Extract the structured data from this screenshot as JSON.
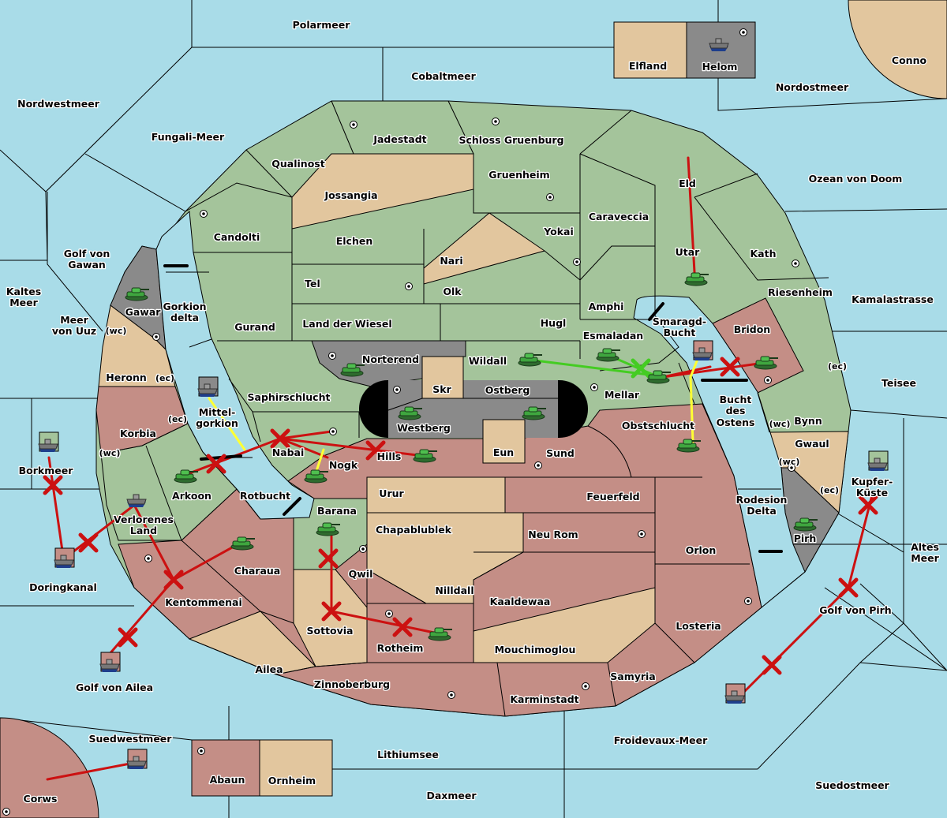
{
  "colors": {
    "sea": "#A9DCE8",
    "green": "#A4C49B",
    "tan": "#E2C69E",
    "red": "#C48E86",
    "gray": "#8A8A8A",
    "order_move": "#CC1111",
    "order_support": "#FFFF33",
    "order_green": "#44CC22"
  },
  "sea_regions": [
    "Polarmeer",
    "Cobaltmeer",
    "Nordwestmeer",
    "Fungali-Meer",
    "Nordostmeer",
    "Ozean von Doom",
    "Golf von",
    "Gawan",
    "Kaltes",
    "Meer",
    "Meer",
    "von Uuz",
    "Gorkion",
    "delta",
    "Mittel-",
    "gorkion",
    "Rotbucht",
    "Smaragd-",
    "Bucht",
    "Bucht",
    "des",
    "Ostens",
    "Kamalastrasse",
    "Teisee",
    "Rodesion",
    "Delta",
    "Altes",
    "Meer",
    "Golf von Pirh",
    "Borkmeer",
    "Doringkanal",
    "Golf von Ailea",
    "Suedwestmeer",
    "Lithiumsee",
    "Daxmeer",
    "Froidevaux-Meer",
    "Suedostmeer",
    "Kupfer-",
    "Küste"
  ],
  "land_regions": [
    "Elfland",
    "Helom",
    "Conno",
    "Jadestadt",
    "Schloss Gruenburg",
    "Qualinost",
    "Jossangia",
    "Gruenheim",
    "Eld",
    "Caraveccia",
    "Candolti",
    "Elchen",
    "Yokai",
    "Nari",
    "Utar",
    "Kath",
    "Tel",
    "Olk",
    "Amphi",
    "Riesenheim",
    "Gawar",
    "Gurand",
    "Land der Wiesel",
    "Hugl",
    "Esmaladan",
    "Bridon",
    "Norterend",
    "Wildall",
    "Heronn",
    "Skr",
    "Ostberg",
    "Mellar",
    "Saphirschlucht",
    "Westberg",
    "Korbia",
    "Obstschlucht",
    "Bynn",
    "Nabai",
    "Hills",
    "Eun",
    "Sund",
    "Gwaul",
    "Nogk",
    "Arkoon",
    "Urur",
    "Feuerfeld",
    "Barana",
    "Verlorenes",
    "Land",
    "Chapablublek",
    "Neu Rom",
    "Orlon",
    "Pirh",
    "Charaua",
    "Qwil",
    "Nilldall",
    "Kaaldewaa",
    "Kentommenai",
    "Losteria",
    "Sottovia",
    "Rotheim",
    "Mouchimoglou",
    "Ailea",
    "Zinnoberburg",
    "Samyria",
    "Karminstadt",
    "Abaun",
    "Ornheim",
    "Corws"
  ],
  "coast_labels": [
    "(wc)",
    "(ec)",
    "(ec)",
    "(wc)",
    "(ec)",
    "(wc)",
    "(wc)",
    "(ec)"
  ],
  "units": [
    {
      "type": "army",
      "region": "Gawar"
    },
    {
      "type": "army",
      "region": "Norterend"
    },
    {
      "type": "army",
      "region": "Westberg"
    },
    {
      "type": "army",
      "region": "Ostberg"
    },
    {
      "type": "army",
      "region": "Wildall"
    },
    {
      "type": "army",
      "region": "Esmaladan"
    },
    {
      "type": "army",
      "region": "Mellar"
    },
    {
      "type": "army",
      "region": "Bridon"
    },
    {
      "type": "army",
      "region": "Utar"
    },
    {
      "type": "army",
      "region": "Obstschlucht"
    },
    {
      "type": "army",
      "region": "Hills"
    },
    {
      "type": "army",
      "region": "Nogk"
    },
    {
      "type": "army",
      "region": "Arkoon"
    },
    {
      "type": "army",
      "region": "Charaua"
    },
    {
      "type": "army",
      "region": "Barana"
    },
    {
      "type": "army",
      "region": "Rotheim"
    },
    {
      "type": "army",
      "region": "Pirh"
    },
    {
      "type": "fleet",
      "region": "Helom"
    },
    {
      "type": "fleet",
      "region": "Mittelgorkion"
    },
    {
      "type": "fleet",
      "region": "Smaragd-Bucht"
    },
    {
      "type": "fleet",
      "region": "Borkmeer"
    },
    {
      "type": "fleet",
      "region": "Verlorenes Land"
    },
    {
      "type": "fleet",
      "region": "Doringkanal"
    },
    {
      "type": "fleet",
      "region": "Golf von Ailea"
    },
    {
      "type": "fleet",
      "region": "Suedwestmeer"
    },
    {
      "type": "fleet",
      "region": "Kupfer-Küste"
    },
    {
      "type": "fleet",
      "region": "Froidevaux-Meer"
    }
  ]
}
